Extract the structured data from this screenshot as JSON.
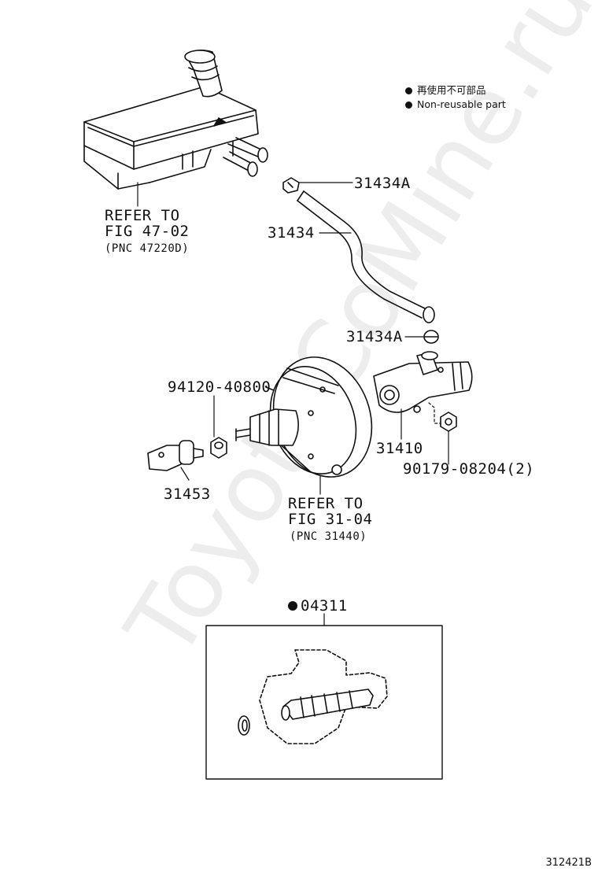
{
  "legend": {
    "line1": "再使用不可部品",
    "line2": "Non-reusable part"
  },
  "parts": {
    "p31434A_top": "31434A",
    "p31434": "31434",
    "p31434A_bottom": "31434A",
    "p94120": "94120-40800",
    "p31410": "31410",
    "p90179": "90179-08204(2)",
    "p31453": "31453",
    "p04311": "04311"
  },
  "refs": {
    "reservoir": {
      "line1": "REFER TO",
      "line2": "FIG 47-02",
      "line3": "(PNC 47220D)"
    },
    "booster": {
      "line1": "REFER TO",
      "line2": "FIG 31-04",
      "line3": "(PNC 31440)"
    }
  },
  "watermark": "ToyotaCoMine.ru",
  "diagram_id": "312421B"
}
